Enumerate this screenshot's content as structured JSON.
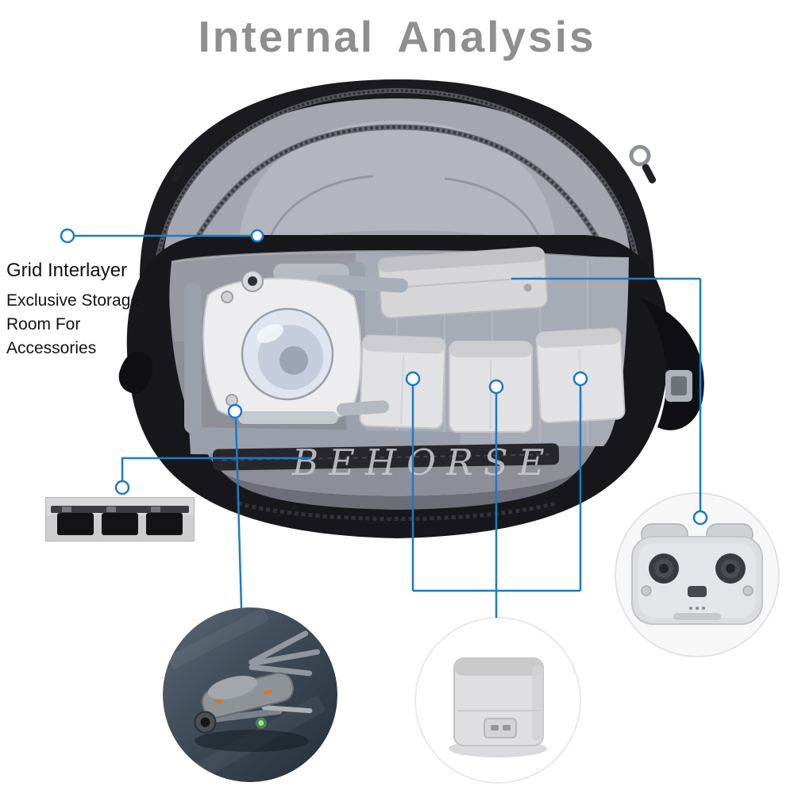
{
  "title": "Internal Analysis",
  "watermark": "BEHORSE",
  "colors": {
    "accent_blue": "#1d7ac6",
    "title_gray": "#8f8f8f",
    "watermark_gray": "#cdcdd3"
  },
  "callouts": {
    "grid": {
      "heading": "Grid Interlayer",
      "line1": "Exclusive Storage",
      "line2": "Room For",
      "line3": "Accessories"
    }
  }
}
